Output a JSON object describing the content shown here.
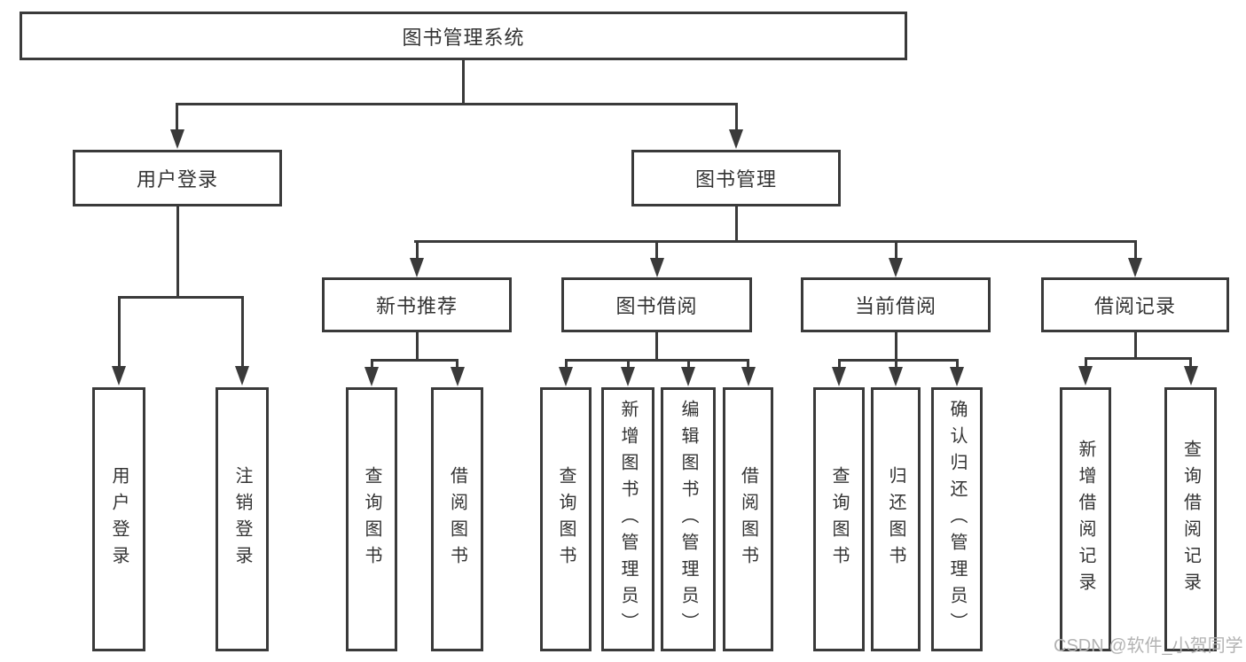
{
  "diagram": {
    "root": {
      "label": "图书管理系统"
    },
    "level2": [
      {
        "id": "user-login",
        "label": "用户登录"
      },
      {
        "id": "book-management",
        "label": "图书管理"
      }
    ],
    "level3": [
      {
        "id": "new-book-recommend",
        "label": "新书推荐"
      },
      {
        "id": "book-borrowing",
        "label": "图书借阅"
      },
      {
        "id": "current-borrowing",
        "label": "当前借阅"
      },
      {
        "id": "borrow-records",
        "label": "借阅记录"
      }
    ],
    "leaves": [
      {
        "id": "user-login",
        "label": "用户登录"
      },
      {
        "id": "logout",
        "label": "注销登录"
      },
      {
        "id": "query-books-recommend",
        "label": "查询图书"
      },
      {
        "id": "borrow-books-recommend",
        "label": "借阅图书"
      },
      {
        "id": "query-books-borrowing",
        "label": "查询图书"
      },
      {
        "id": "add-book-admin",
        "label": "新增图书（管理员）"
      },
      {
        "id": "edit-book-admin",
        "label": "编辑图书（管理员）"
      },
      {
        "id": "borrow-books-borrowing",
        "label": "借阅图书"
      },
      {
        "id": "query-books-current",
        "label": "查询图书"
      },
      {
        "id": "return-book",
        "label": "归还图书"
      },
      {
        "id": "confirm-return-admin",
        "label": "确认归还（管理员）"
      },
      {
        "id": "add-borrow-record",
        "label": "新增借阅记录"
      },
      {
        "id": "query-borrow-record",
        "label": "查询借阅记录"
      }
    ]
  },
  "watermark": {
    "text": "CSDN @软件_小贺同学"
  },
  "colors": {
    "line": "#3a3a3a",
    "text": "#333333",
    "watermark": "#b3b3b3",
    "background": "#ffffff"
  }
}
